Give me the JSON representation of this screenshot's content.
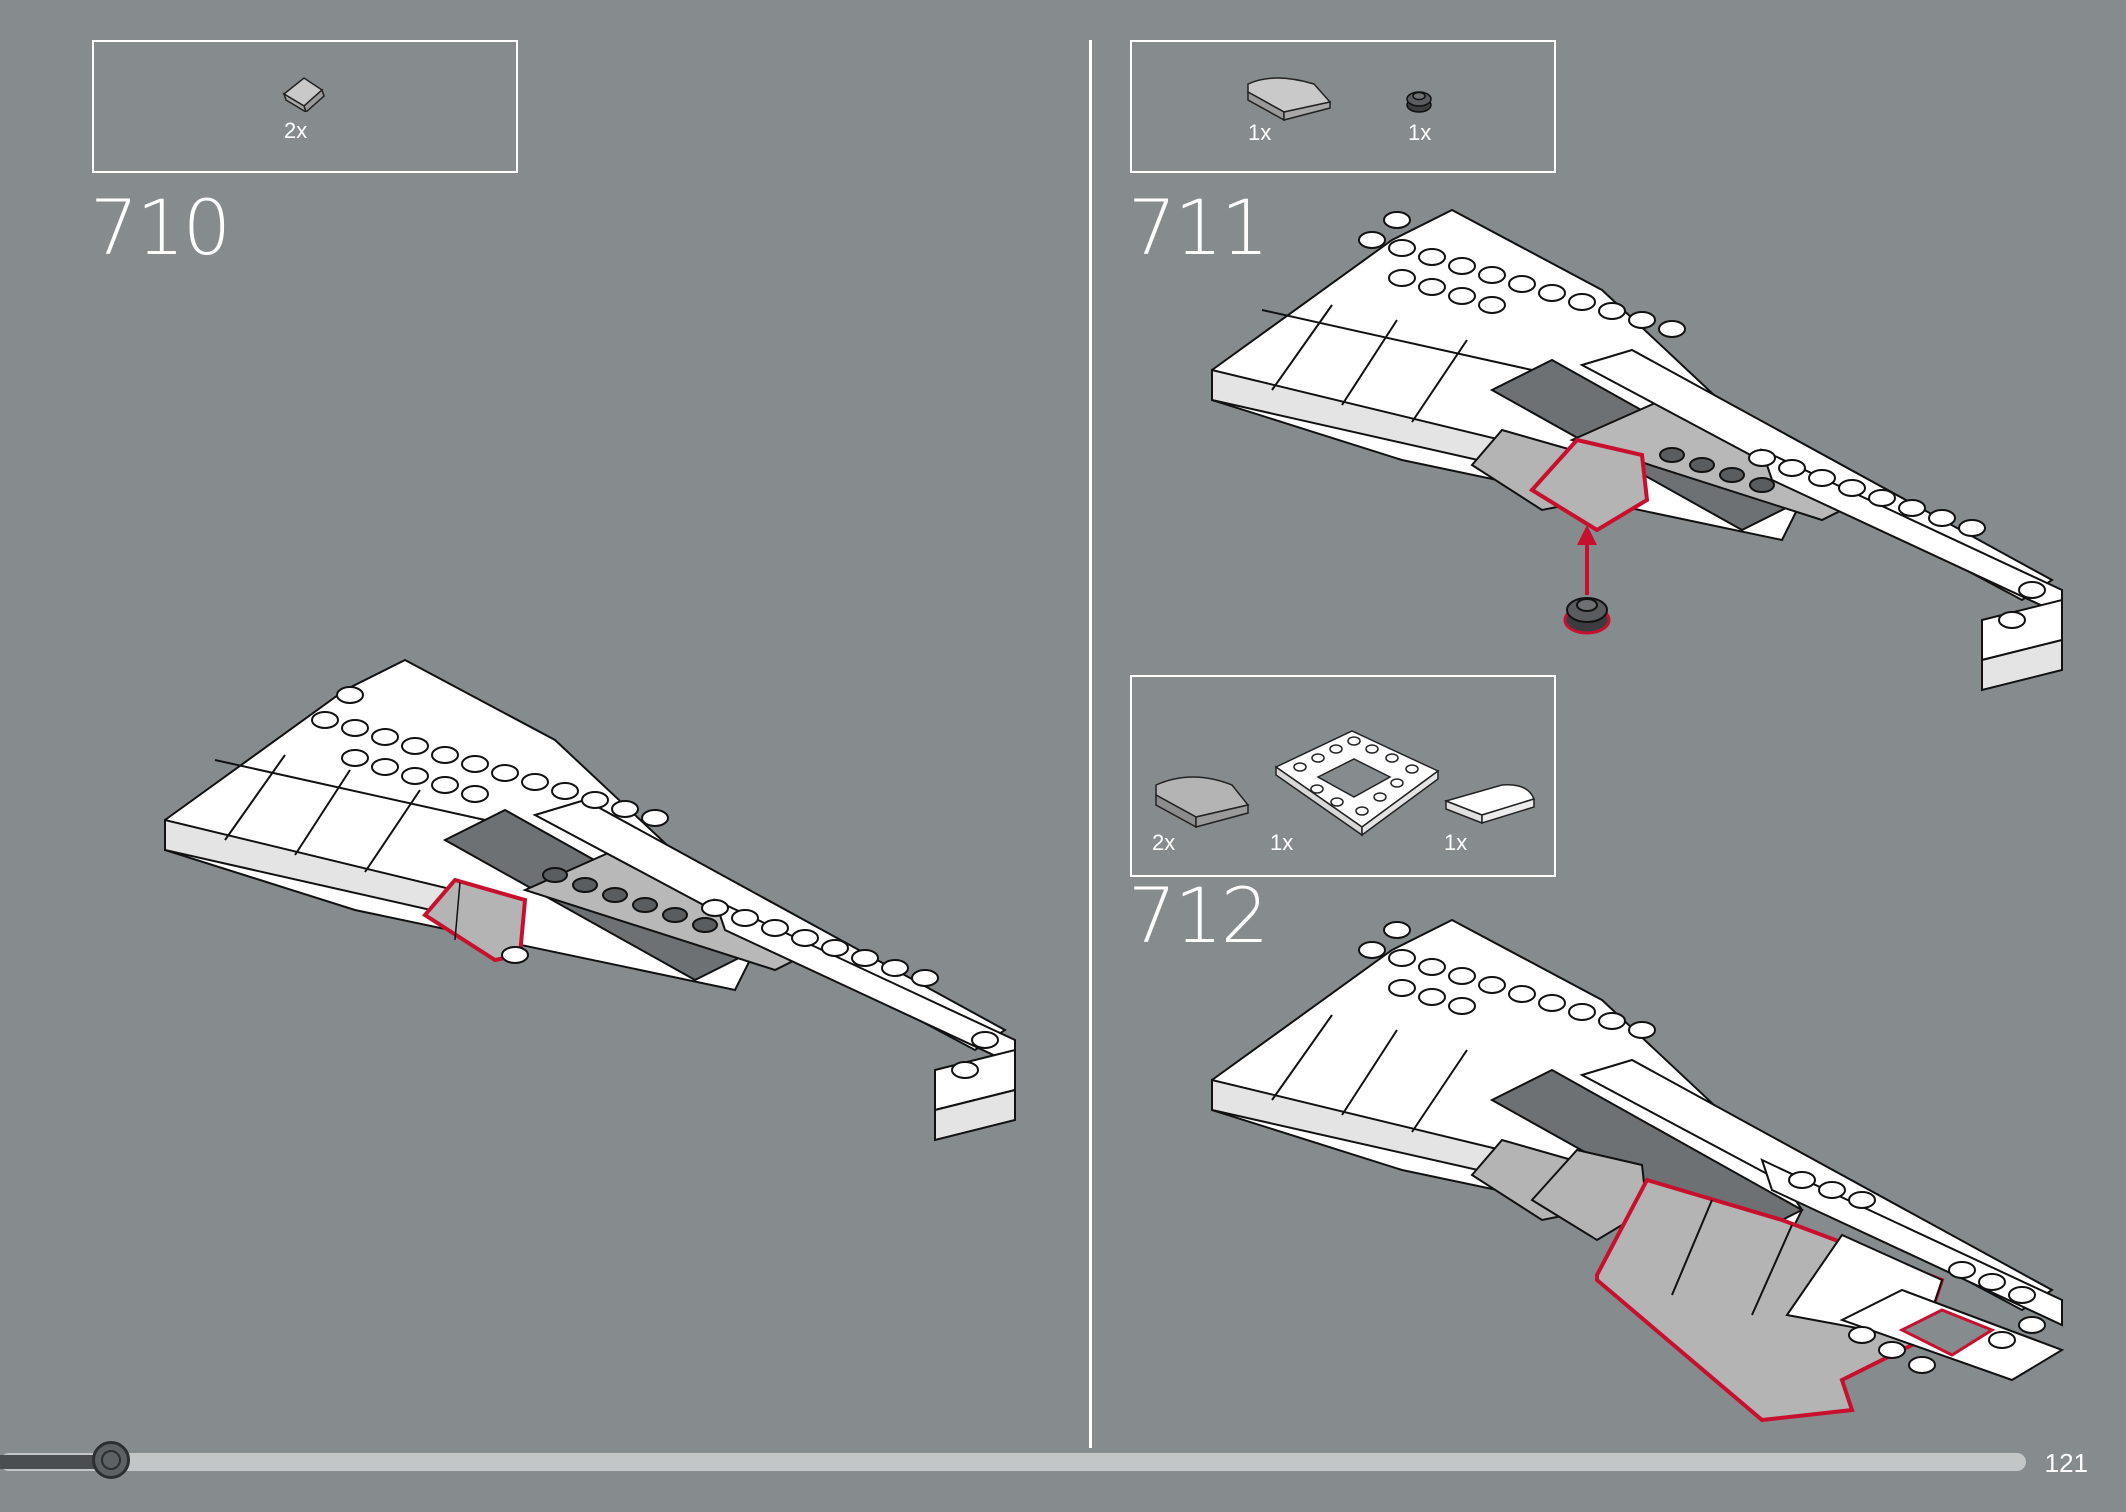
{
  "steps": [
    {
      "number": "710",
      "parts": [
        {
          "qty": "2x",
          "icon": "curved-slope-light-gray-icon"
        }
      ]
    },
    {
      "number": "711",
      "parts": [
        {
          "qty": "1x",
          "icon": "curved-slope-light-gray-icon"
        },
        {
          "qty": "1x",
          "icon": "round-plate-dark-gray-icon"
        }
      ]
    },
    {
      "number": "712",
      "parts": [
        {
          "qty": "2x",
          "icon": "curved-slope-light-gray-icon"
        },
        {
          "qty": "1x",
          "icon": "frame-plate-white-icon"
        },
        {
          "qty": "1x",
          "icon": "curved-slope-white-icon"
        }
      ]
    }
  ],
  "progress": {
    "fraction": 0.055
  },
  "page_number": "121",
  "colors": {
    "background": "#868c8e",
    "highlight": "#c8102e",
    "white_part": "#ffffff",
    "light_gray_part": "#b4b4b4",
    "dark_gray_part": "#5a5d5f"
  }
}
